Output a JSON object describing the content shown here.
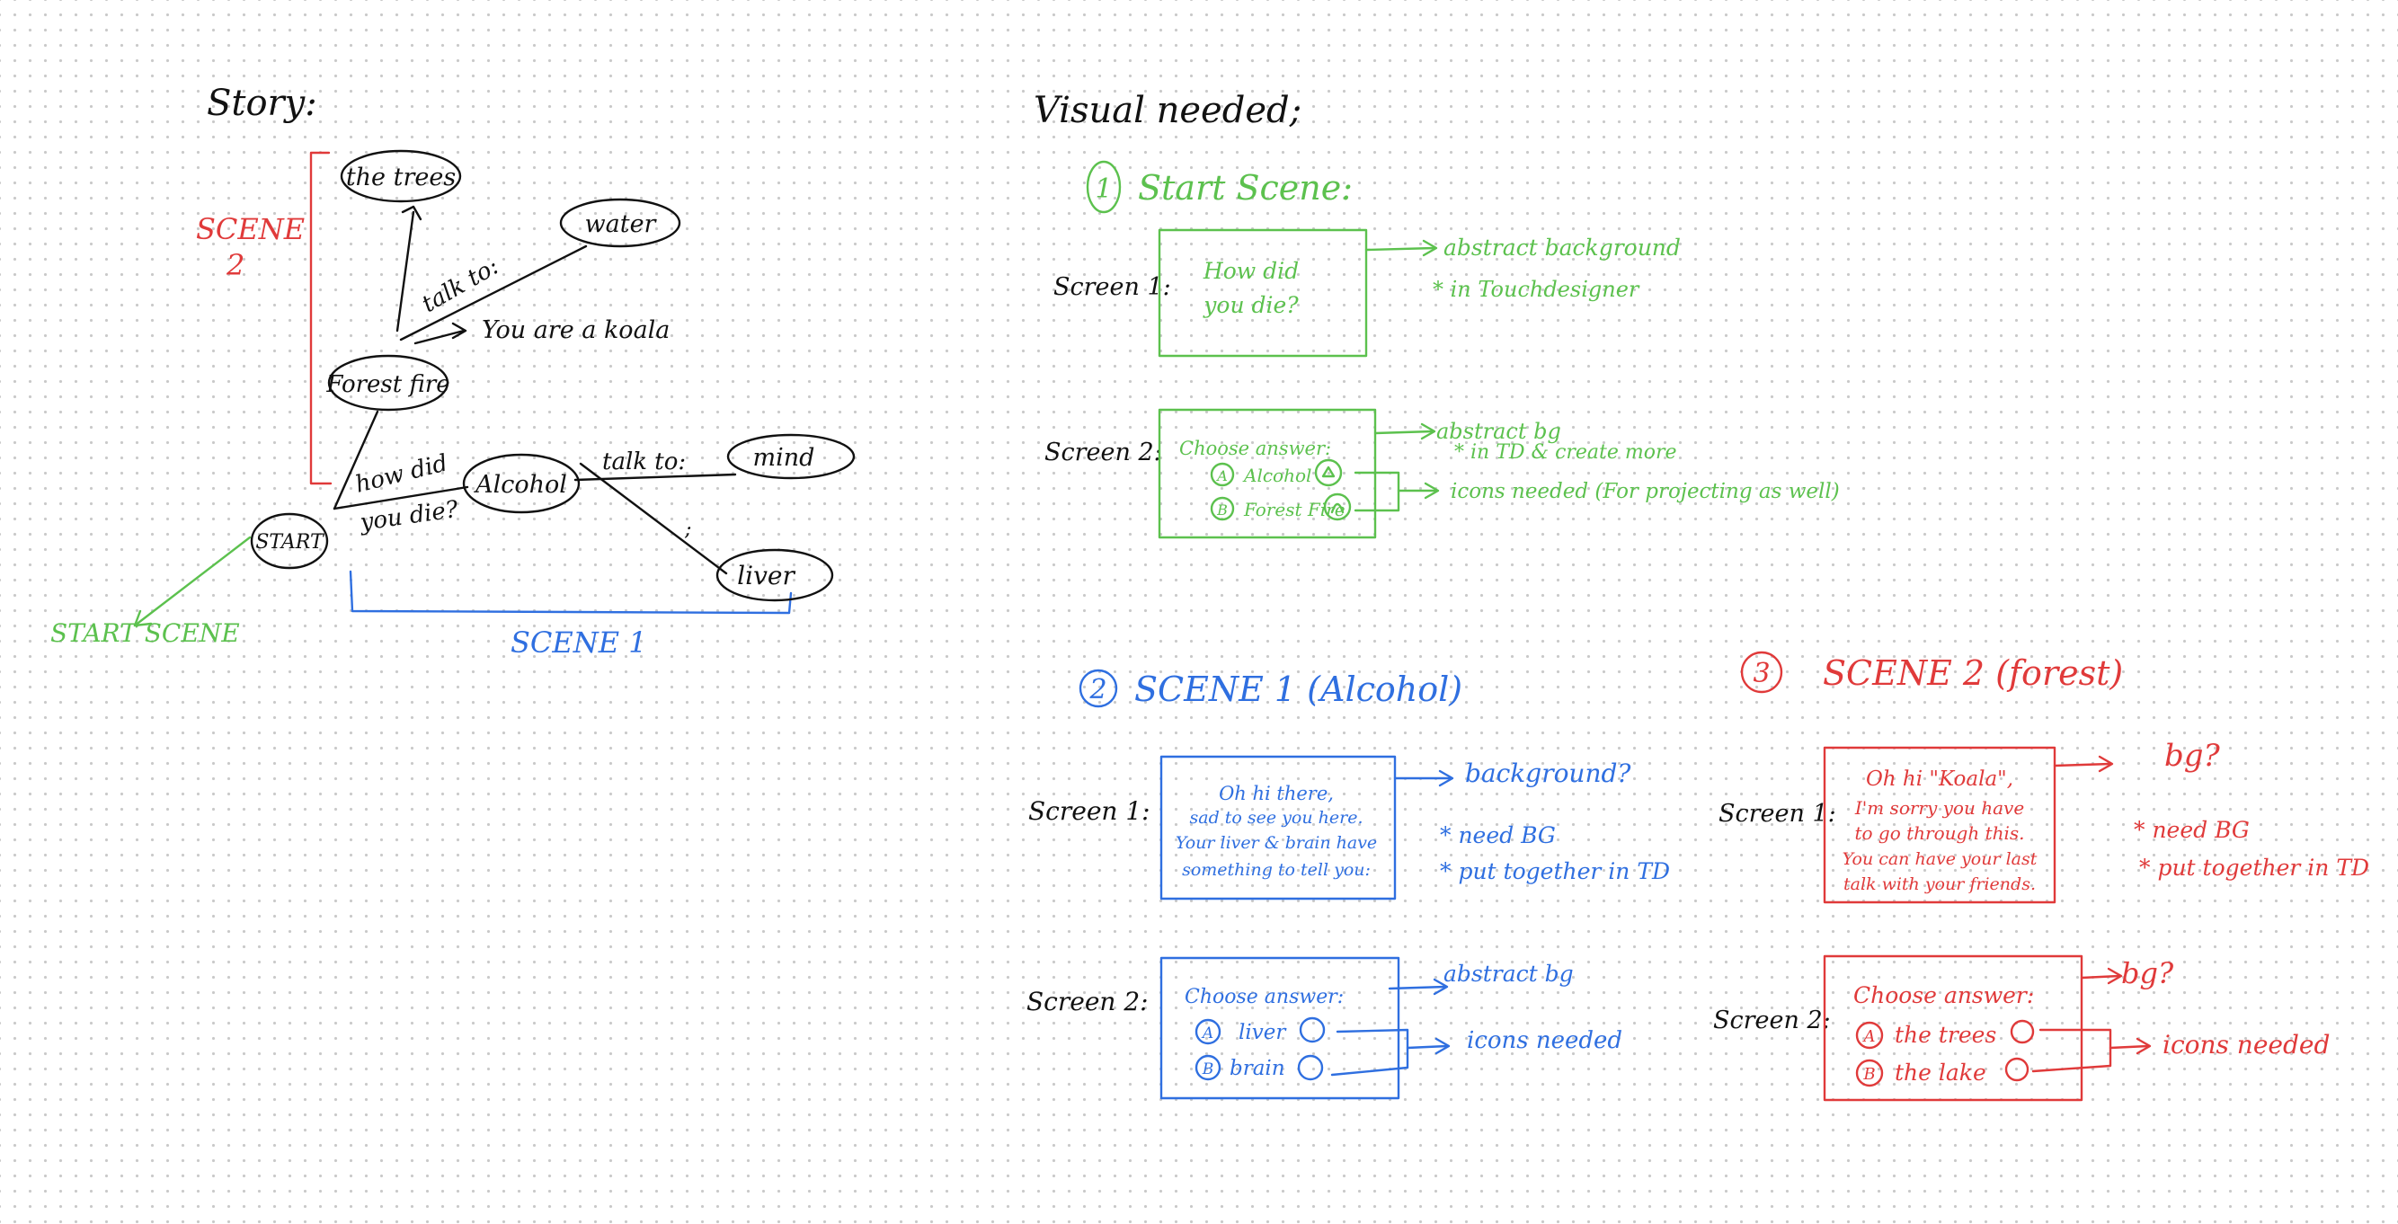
{
  "colors": {
    "ink": "#111111",
    "scene2": "#e03a3a",
    "start": "#5cc14e",
    "scene1": "#2f6fe0",
    "grid_dot": "#c9c9c9"
  },
  "story": {
    "title": "Story:",
    "scene2_label_line1": "SCENE",
    "scene2_label_line2": "2",
    "scene1_label": "SCENE 1",
    "start_scene_label": "START SCENE",
    "nodes": {
      "trees": "the trees",
      "water": "water",
      "forest_fire": "Forest fire",
      "start": "START",
      "alcohol": "Alcohol",
      "mind": "mind",
      "liver": "liver"
    },
    "edges": {
      "talk_to_top": "talk to:",
      "koala": "You are a koala",
      "how_did": "how did",
      "you_die": "you die?",
      "talk_to_right": "talk to:",
      "semicolon": ";"
    }
  },
  "visuals": {
    "title": "Visual needed;",
    "start_scene": {
      "heading_num": "1",
      "heading": "Start Scene:",
      "screen1": {
        "label": "Screen 1:",
        "box_line1": "How did",
        "box_line2": "you die?",
        "note1": "abstract background",
        "note2": "* in Touchdesigner"
      },
      "screen2": {
        "label": "Screen 2:",
        "box_title": "Choose answer:",
        "opt_a_marker": "A",
        "opt_a": "Alcohol",
        "opt_b_marker": "B",
        "opt_b": "Forest Fire",
        "note1": "abstract bg",
        "note2": "* in TD & create more",
        "note3": "icons needed (For projecting as well)"
      }
    },
    "scene1": {
      "heading_num": "2",
      "heading": "SCENE 1 (Alcohol)",
      "screen1": {
        "label": "Screen 1:",
        "box_line1": "Oh hi there,",
        "box_line2": "sad to see you here.",
        "box_line3": "Your liver & brain have",
        "box_line4": "something to tell you:",
        "note1": "background?",
        "note2": "* need BG",
        "note3": "* put together in TD"
      },
      "screen2": {
        "label": "Screen 2:",
        "box_title": "Choose answer:",
        "opt_a_marker": "A",
        "opt_a": "liver",
        "opt_b_marker": "B",
        "opt_b": "brain",
        "note1": "abstract bg",
        "note2": "icons needed"
      }
    },
    "scene2": {
      "heading_num": "3",
      "heading": "SCENE 2 (forest)",
      "screen1": {
        "label": "Screen 1:",
        "box_line1": "Oh hi \"Koala\",",
        "box_line2": "I'm sorry you have",
        "box_line3": "to go through this.",
        "box_line4": "You can have your last",
        "box_line5": "talk with your friends.",
        "note1": "bg?",
        "note2": "* need BG",
        "note3": "* put together in TD"
      },
      "screen2": {
        "label": "Screen 2:",
        "box_title": "Choose answer:",
        "opt_a_marker": "A",
        "opt_a": "the trees",
        "opt_b_marker": "B",
        "opt_b": "the lake",
        "note1": "bg?",
        "note2": "icons needed"
      }
    }
  }
}
